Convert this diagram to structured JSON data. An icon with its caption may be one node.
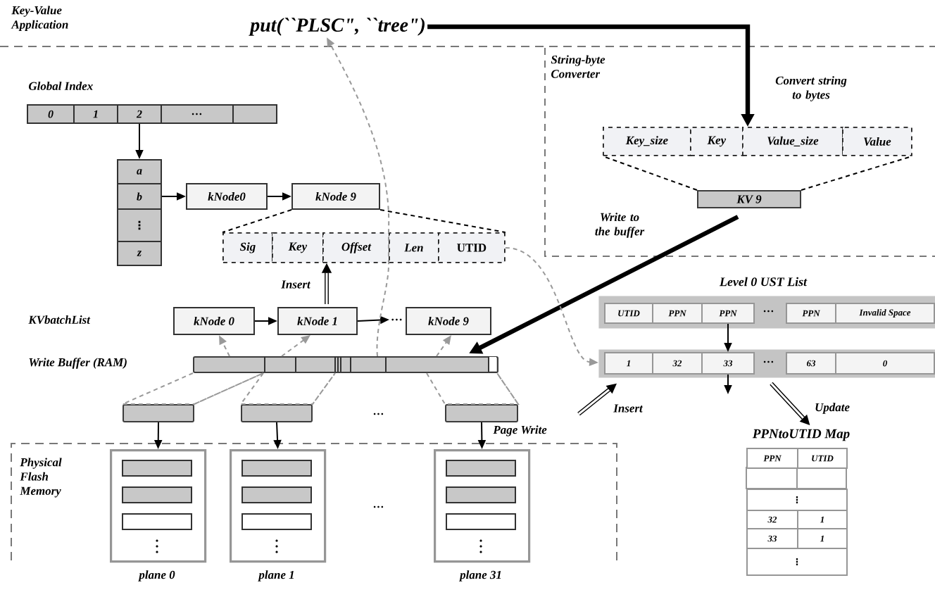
{
  "diagram": {
    "nodes": [
      {
        "text": [
          "put(``PLSC\", ``tree\")"
        ]
      },
      {
        "text": [
          "0"
        ]
      },
      {
        "text": [
          "1"
        ]
      },
      {
        "text": [
          "2"
        ]
      },
      {
        "text": [
          "…"
        ]
      },
      {
        "text": [],
        "shape": "box"
      },
      {
        "text": [
          "a"
        ]
      },
      {
        "text": [
          "b"
        ]
      },
      {
        "text": [
          "⋮"
        ]
      },
      {
        "text": [
          "z"
        ]
      },
      {
        "text": [
          "kNode0"
        ]
      },
      {
        "text": [
          "kNode 9"
        ]
      },
      {
        "text": [
          "Sig"
        ]
      },
      {
        "text": [
          "Key"
        ]
      },
      {
        "text": [
          "Offset"
        ]
      },
      {
        "text": [
          "Len"
        ]
      },
      {
        "text": [
          "UTID"
        ]
      },
      {
        "text": [
          "String-byte Converter"
        ]
      },
      {
        "text": [
          "Key_size"
        ],
        "in": 17
      },
      {
        "text": [
          "Key"
        ],
        "in": 17
      },
      {
        "text": [
          "Value_size"
        ],
        "in": 17
      },
      {
        "text": [
          "Value"
        ],
        "in": 17
      },
      {
        "text": [
          "KV 9"
        ],
        "in": 17
      },
      {
        "text": [
          "kNode 0"
        ]
      },
      {
        "text": [
          "kNode 1"
        ]
      },
      {
        "text": [
          "…"
        ]
      },
      {
        "text": [
          "kNode 9"
        ]
      },
      {
        "text": [],
        "shape": "bar"
      },
      {
        "text": [],
        "shape": "bar"
      },
      {
        "text": [],
        "shape": "bar"
      },
      {
        "text": [],
        "shape": "bar"
      },
      {
        "text": [
          "Physical Flash Memory"
        ]
      },
      {
        "text": [
          "plane 0"
        ],
        "in": 31
      },
      {
        "text": [
          "plane 1"
        ],
        "in": 31
      },
      {
        "text": [
          "plane 31"
        ],
        "in": 31
      },
      {
        "text": [
          "Level 0 UST List"
        ]
      },
      {
        "text": [
          "UTID"
        ],
        "in": 35
      },
      {
        "text": [
          "PPN"
        ],
        "in": 35
      },
      {
        "text": [
          "PPN"
        ],
        "in": 35
      },
      {
        "text": [
          "PPN"
        ],
        "in": 35
      },
      {
        "text": [
          "Invalid Space"
        ],
        "in": 35
      },
      {
        "text": [],
        "shape": "box"
      },
      {
        "text": [
          "1"
        ],
        "in": 41
      },
      {
        "text": [
          "32"
        ],
        "in": 41
      },
      {
        "text": [
          "33"
        ],
        "in": 41
      },
      {
        "text": [
          "63"
        ],
        "in": 41
      },
      {
        "text": [
          "0"
        ],
        "in": 41
      },
      {
        "text": [
          "PPNtoUTID Map"
        ]
      }
    ],
    "edges": [
      {
        "from": 0,
        "to": 20,
        "arrow": "to",
        "style": "thick"
      },
      {
        "from": 3,
        "to": 6,
        "arrow": "to"
      },
      {
        "from": 7,
        "to": 10,
        "arrow": "to"
      },
      {
        "from": 10,
        "to": 11,
        "arrow": "to"
      },
      {
        "from": 11,
        "to": 12,
        "arrow": "none",
        "style": "dashed"
      },
      {
        "from": 11,
        "to": 16,
        "arrow": "none",
        "style": "dashed"
      },
      {
        "from": 22,
        "to": 18,
        "arrow": "none",
        "style": "dashed"
      },
      {
        "from": 22,
        "to": 21,
        "arrow": "none",
        "style": "dashed"
      },
      {
        "from": 22,
        "to": 27,
        "arrow": "to",
        "style": "thick"
      },
      {
        "from": 23,
        "to": 24,
        "arrow": "to"
      },
      {
        "from": 24,
        "to": 25,
        "arrow": "to"
      },
      {
        "from": 24,
        "to": 14,
        "arrow": "to",
        "style": "thick",
        "label": "Insert"
      },
      {
        "from": 27,
        "to": 23,
        "arrow": "to",
        "style": "dashed",
        "color": "#999999"
      },
      {
        "from": 27,
        "to": 24,
        "arrow": "to",
        "style": "dashed",
        "color": "#999999"
      },
      {
        "from": 27,
        "to": 26,
        "arrow": "to",
        "style": "dashed",
        "color": "#999999"
      },
      {
        "from": 27,
        "to": 0,
        "arrow": "to",
        "style": "dashed",
        "color": "#999999"
      },
      {
        "from": 16,
        "to": 41,
        "arrow": "to",
        "style": "dashed",
        "color": "#999999"
      },
      {
        "from": 27,
        "to": 28,
        "arrow": "none",
        "style": "dashed",
        "color": "#999999"
      },
      {
        "from": 27,
        "to": 29,
        "arrow": "none",
        "style": "dashed",
        "color": "#999999"
      },
      {
        "from": 27,
        "to": 30,
        "arrow": "none",
        "style": "dashed",
        "color": "#999999"
      },
      {
        "from": 28,
        "to": 32,
        "arrow": "to"
      },
      {
        "from": 29,
        "to": 33,
        "arrow": "to"
      },
      {
        "from": 30,
        "to": 34,
        "arrow": "to"
      },
      {
        "from": 38,
        "to": 44,
        "arrow": "to"
      },
      {
        "from": 44,
        "to": null,
        "arrow": "to"
      },
      {
        "from": null,
        "to": 41,
        "arrow": "to",
        "style": "thick",
        "label": "Insert"
      },
      {
        "from": 41,
        "to": 47,
        "arrow": "to",
        "style": "thick",
        "label": "Update"
      }
    ],
    "labels": [
      "Key-Value Application",
      "Global Index",
      "Convert string to bytes",
      "Write to the buffer",
      "KVbatchList",
      "Write Buffer (RAM)",
      "…",
      "…",
      "…",
      "Page Write",
      "…",
      "PPN",
      "UTID",
      "⋮",
      "32",
      "1",
      "33",
      "1",
      "⋮"
    ]
  }
}
